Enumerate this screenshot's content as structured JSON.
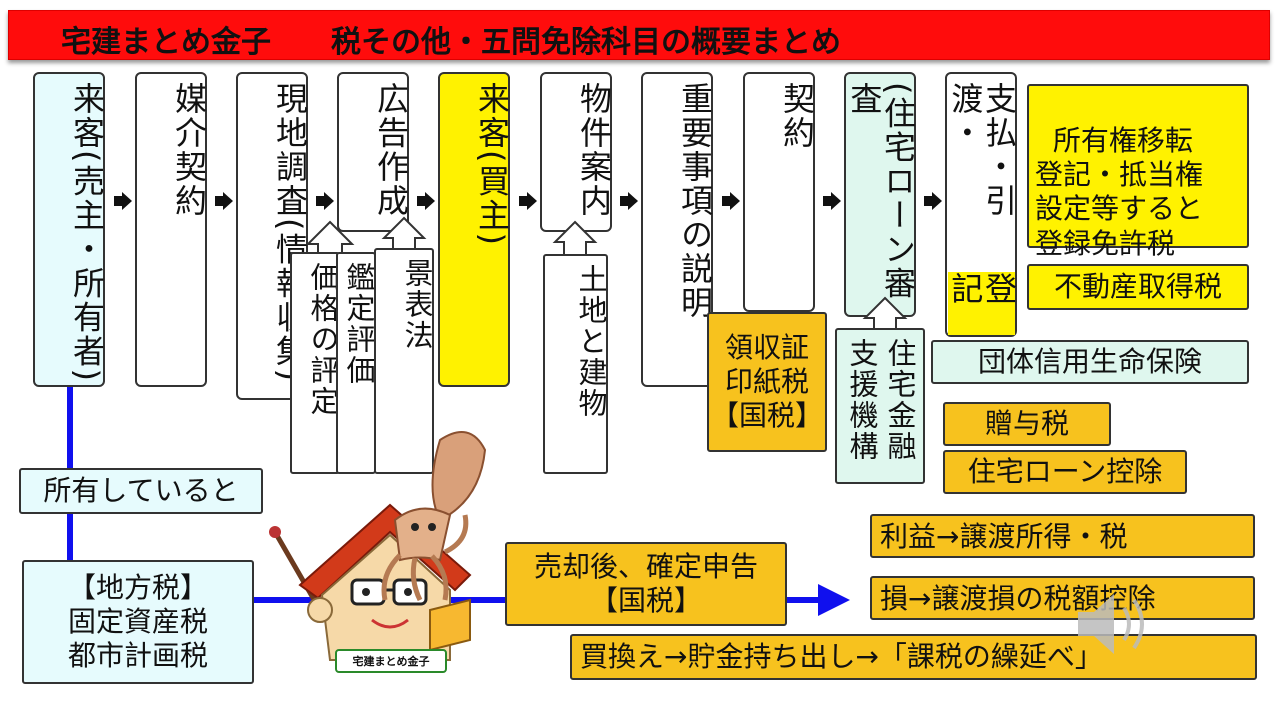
{
  "title": "宅建まとめ金子　　税その他・五問免除科目の概要まとめ",
  "flow": [
    {
      "id": "raikyaku-seller",
      "text": "来客(売主・所有者)"
    },
    {
      "id": "baikai",
      "text": "媒介契約"
    },
    {
      "id": "genchi",
      "text": "現地調査(情報収集)"
    },
    {
      "id": "koukoku",
      "text": "広告作成"
    },
    {
      "id": "raikyaku-buyer",
      "text": "来客(買主)"
    },
    {
      "id": "bukken",
      "text": "物件案内"
    },
    {
      "id": "juyo",
      "text": "重要事項の説明"
    },
    {
      "id": "keiyaku",
      "text": "契約"
    },
    {
      "id": "loan",
      "text": "(住宅ローン審査"
    },
    {
      "id": "shiharai",
      "text": "支払・引渡・"
    },
    {
      "id": "touki",
      "text": "登記"
    }
  ],
  "subs": {
    "kanteihyouka": "鑑定評価",
    "kakaku": "価格の評定",
    "keihyouhou": "景表法",
    "tochi": "土地と建物",
    "ryoshusho": "領収証\n印紙税\n【国税】",
    "jutaku_kinyu": "住宅金融",
    "shien_kikou": "支援機構"
  },
  "right": {
    "touroku": "所有権移転\n登記・抵当権\n設定等すると\n登録免許税",
    "fudousan": "不動産取得税",
    "dantai": "団体信用生命保険",
    "zouyo": "贈与税",
    "loan_koujo": "住宅ローン控除"
  },
  "bottom": {
    "shoyu": "所有していると",
    "chihouzei": "【地方税】\n固定資産税\n都市計画税",
    "baikyaku": "売却後、確定申告\n【国税】",
    "rieki": "利益→譲渡所得・税",
    "son": "損→譲渡損の税額控除",
    "kaikae": "買換え→貯金持ち出し→「課税の繰延べ」",
    "logo_label": "宅建まとめ金子"
  },
  "icons": {
    "mascot": "squid-on-house-mascot-icon",
    "speaker": "speaker-icon",
    "flow_arrow": "right-arrow-icon",
    "up_arrow": "up-arrow-icon"
  },
  "colors": {
    "title_bar": "#ff0c0c",
    "orange_box": "#f7c21e",
    "mint_box": "#dff7ee",
    "yellow_box": "#fff200",
    "cyan_box": "#e6fbfd",
    "connector": "#1010ee"
  }
}
